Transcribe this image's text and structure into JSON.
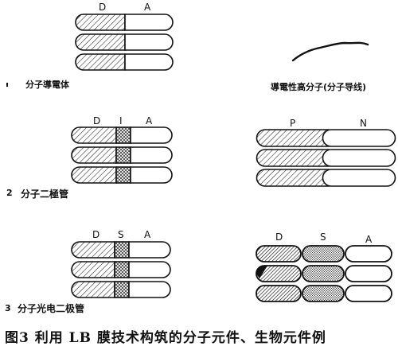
{
  "panels": {
    "conductor": {
      "number": "1",
      "label": "分子導電体",
      "letters": [
        "D",
        "A"
      ]
    },
    "wire": {
      "label": "導電性高分子(分子导线)"
    },
    "diode": {
      "number": "2",
      "label": "分子二極管",
      "letters": [
        "D",
        "I",
        "A"
      ]
    },
    "pn": {
      "letters": [
        "P",
        "N"
      ]
    },
    "photodiode": {
      "number": "3",
      "label": "分子光电二极管",
      "letters": [
        "D",
        "S",
        "A"
      ]
    },
    "bio": {
      "letters": [
        "D",
        "S",
        "A"
      ]
    }
  },
  "caption": "图3  利用 LB 膜技术构筑的分子元件、生物元件例",
  "colors": {
    "ink": "#111111",
    "background": "#ffffff"
  }
}
